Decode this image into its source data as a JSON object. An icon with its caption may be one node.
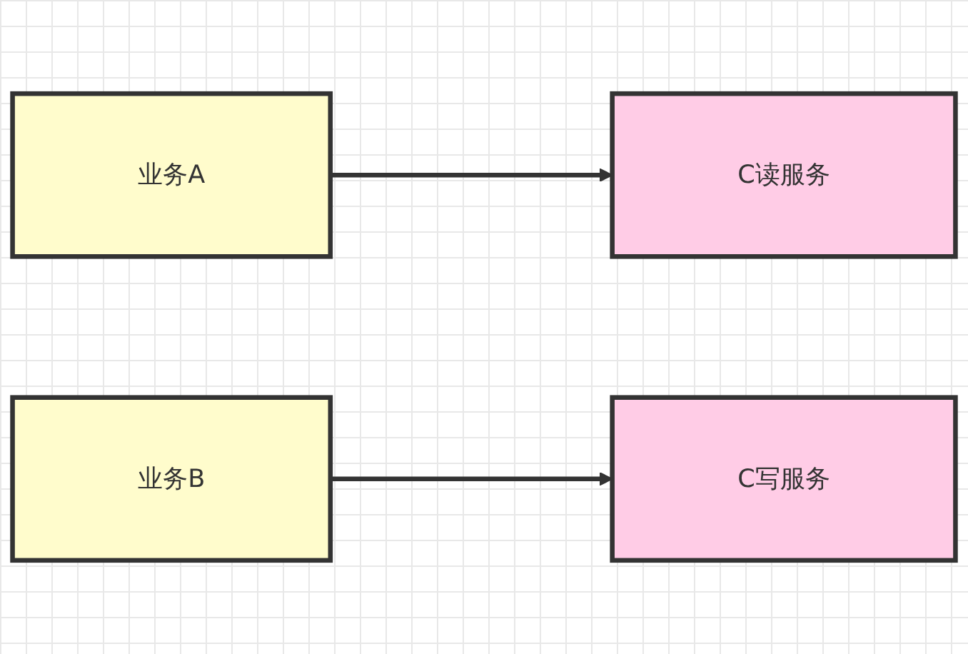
{
  "diagram": {
    "nodes": [
      {
        "text": [
          "业务A"
        ]
      },
      {
        "text": [
          "C读服务"
        ]
      },
      {
        "text": [
          "业务B"
        ]
      },
      {
        "text": [
          "C写服务"
        ]
      }
    ],
    "edges": [
      {
        "from": 0,
        "to": 1,
        "arrow": "to"
      },
      {
        "from": 2,
        "to": 3,
        "arrow": "to"
      }
    ]
  }
}
